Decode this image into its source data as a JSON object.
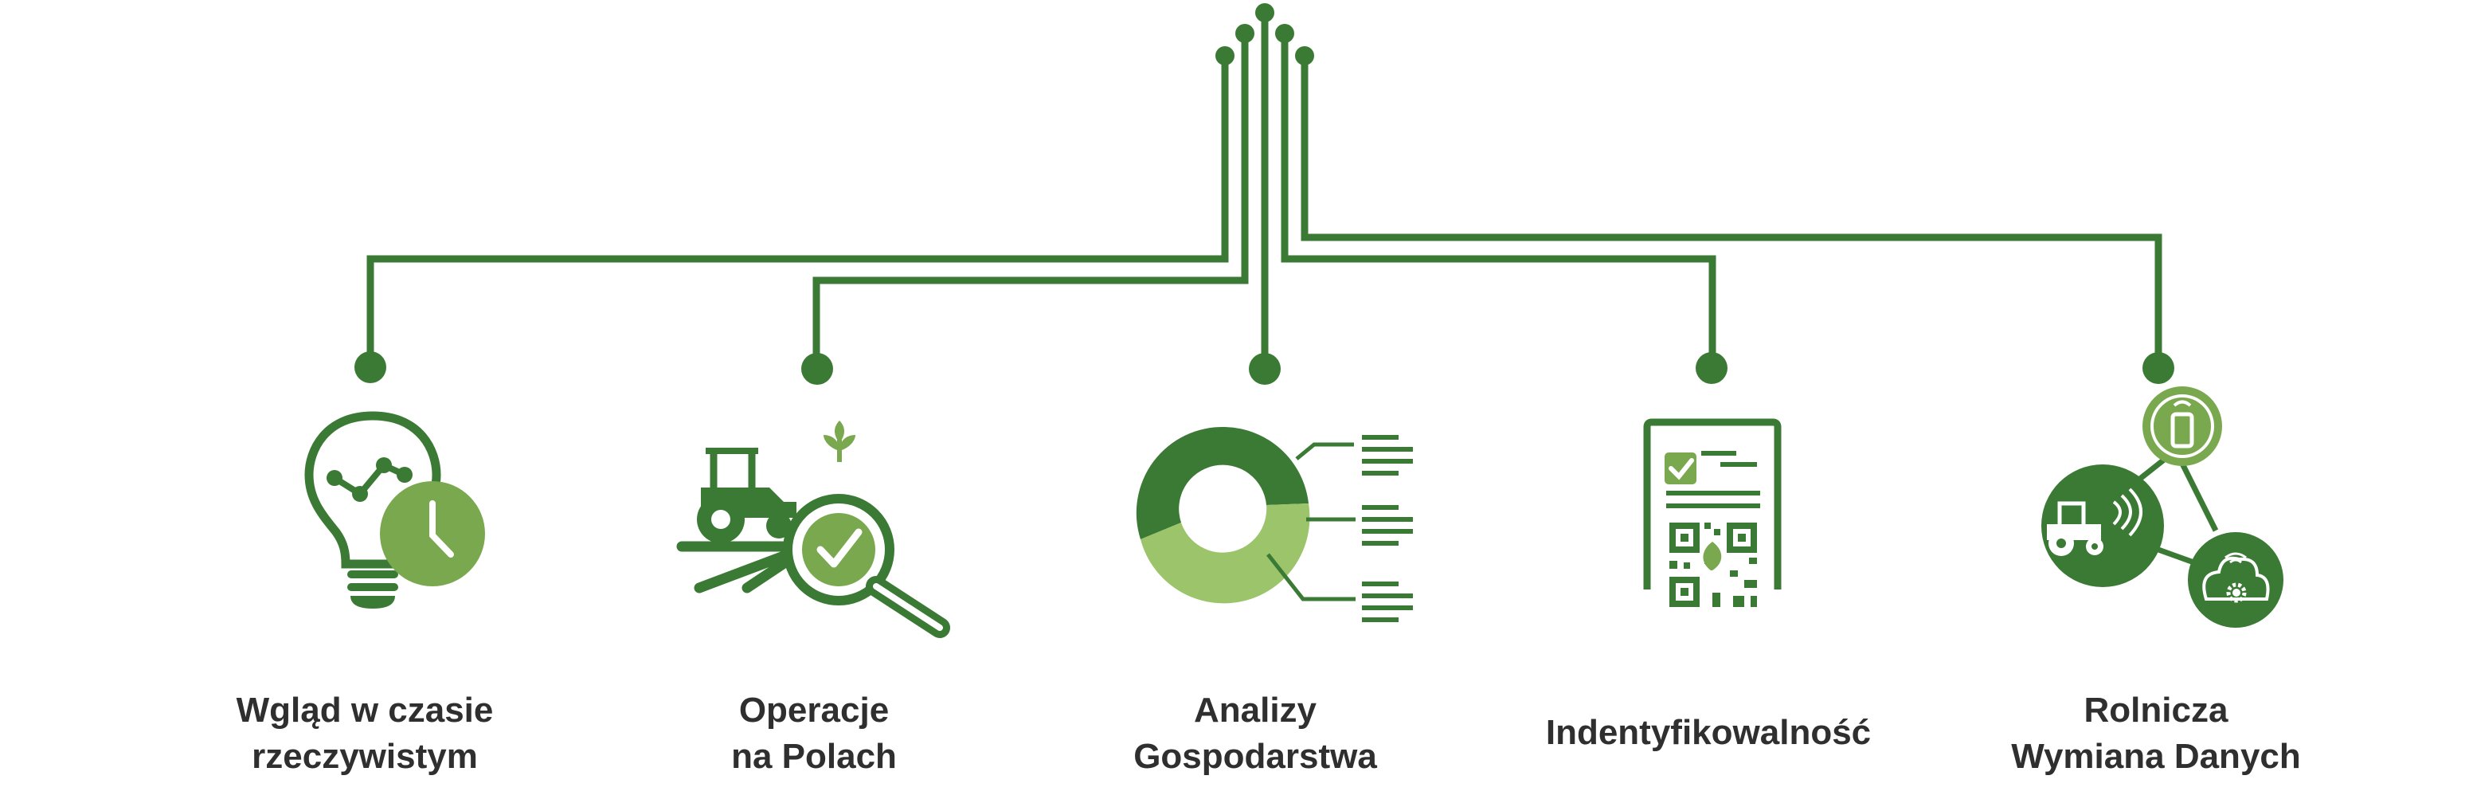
{
  "colors": {
    "dark_green": "#3b7a34",
    "mid_green": "#7aa84e",
    "light_green": "#9cc46a",
    "text": "#2f2f2f"
  },
  "items": [
    {
      "icon": "lightbulb-clock-icon",
      "lines": [
        "Wgląd w czasie",
        "rzeczywistym"
      ]
    },
    {
      "icon": "tractor-magnifier-icon",
      "lines": [
        "Operacje",
        "na Polach"
      ]
    },
    {
      "icon": "donut-chart-icon",
      "lines": [
        "Analizy",
        "Gospodarstwa"
      ]
    },
    {
      "icon": "qr-document-icon",
      "lines": [
        "Indentyfikowalność"
      ]
    },
    {
      "icon": "data-exchange-network-icon",
      "lines": [
        "Rolnicza",
        "Wymiana Danych"
      ]
    }
  ]
}
